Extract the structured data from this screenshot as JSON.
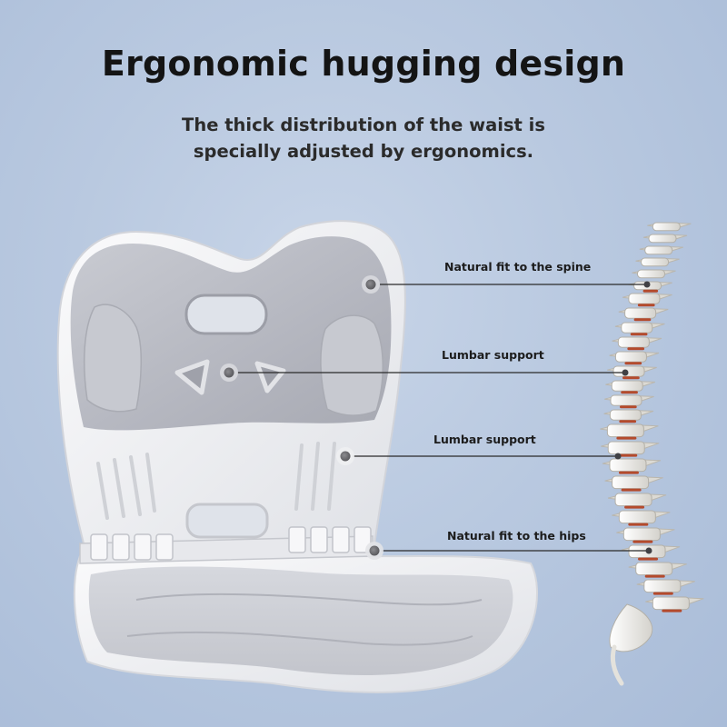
{
  "header": {
    "title": "Ergonomic hugging design",
    "subtitle_line1": "The thick distribution of the waist is",
    "subtitle_line2": "specially adjusted by ergonomics."
  },
  "callouts": [
    {
      "label": "Natural fit to the spine"
    },
    {
      "label": "Lumbar support"
    },
    {
      "label": "Lumbar support"
    },
    {
      "label": "Natural fit to the hips"
    }
  ],
  "colors": {
    "background": "#b9c9e0",
    "shell": "#f1f2f4",
    "cushion": "#bcbec6",
    "bone": "#eeece8",
    "disc": "#b44a2c",
    "line": "#2a2a2a",
    "dot": "#707074"
  }
}
